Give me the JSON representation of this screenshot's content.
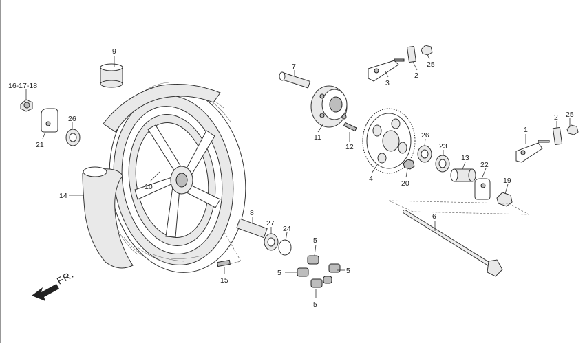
{
  "diagram": {
    "direction_label": "FR.",
    "callouts": [
      {
        "id": "c9",
        "label": "9"
      },
      {
        "id": "c16",
        "label": "16-17-18"
      },
      {
        "id": "c21",
        "label": "21"
      },
      {
        "id": "c26a",
        "label": "26"
      },
      {
        "id": "c10",
        "label": "10"
      },
      {
        "id": "c14",
        "label": "14"
      },
      {
        "id": "c7",
        "label": "7"
      },
      {
        "id": "c3",
        "label": "3"
      },
      {
        "id": "c2a",
        "label": "2"
      },
      {
        "id": "c25a",
        "label": "25"
      },
      {
        "id": "c11",
        "label": "11"
      },
      {
        "id": "c12",
        "label": "12"
      },
      {
        "id": "c4",
        "label": "4"
      },
      {
        "id": "c26b",
        "label": "26"
      },
      {
        "id": "c23",
        "label": "23"
      },
      {
        "id": "c13",
        "label": "13"
      },
      {
        "id": "c20",
        "label": "20"
      },
      {
        "id": "c22",
        "label": "22"
      },
      {
        "id": "c19",
        "label": "19"
      },
      {
        "id": "c1",
        "label": "1"
      },
      {
        "id": "c2b",
        "label": "2"
      },
      {
        "id": "c25b",
        "label": "25"
      },
      {
        "id": "c6",
        "label": "6"
      },
      {
        "id": "c8",
        "label": "8"
      },
      {
        "id": "c27",
        "label": "27"
      },
      {
        "id": "c24",
        "label": "24"
      },
      {
        "id": "c15",
        "label": "15"
      },
      {
        "id": "c5a",
        "label": "5"
      },
      {
        "id": "c5b",
        "label": "5"
      },
      {
        "id": "c5c",
        "label": "5"
      },
      {
        "id": "c5d",
        "label": "5"
      }
    ]
  }
}
